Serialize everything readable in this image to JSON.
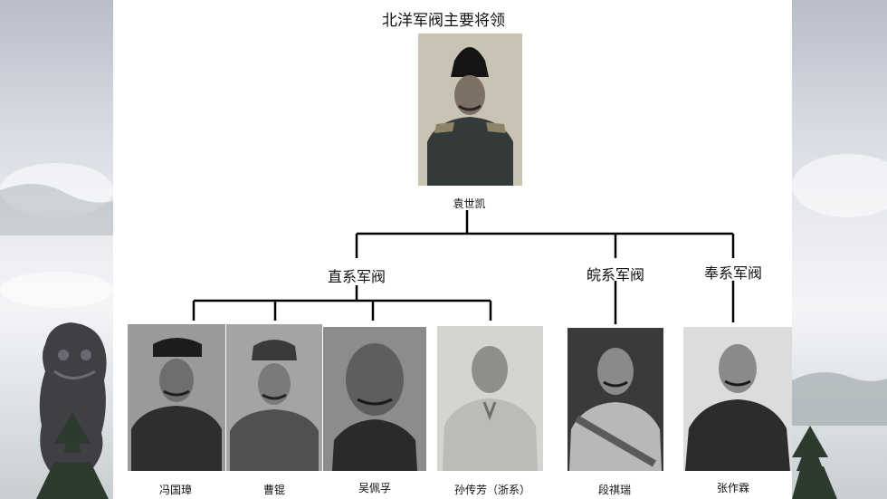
{
  "title": "北洋军阀主要将领",
  "root": {
    "name": "袁世凯"
  },
  "factions": [
    {
      "label": "直系军阀"
    },
    {
      "label": "皖系军阀"
    },
    {
      "label": "奉系军阀"
    }
  ],
  "leaders": [
    {
      "name": "冯国璋"
    },
    {
      "name": "曹锟"
    },
    {
      "name": "吴佩孚"
    },
    {
      "name": "孙传芳（浙系）"
    },
    {
      "name": "段祺瑞"
    },
    {
      "name": "张作霖"
    }
  ]
}
